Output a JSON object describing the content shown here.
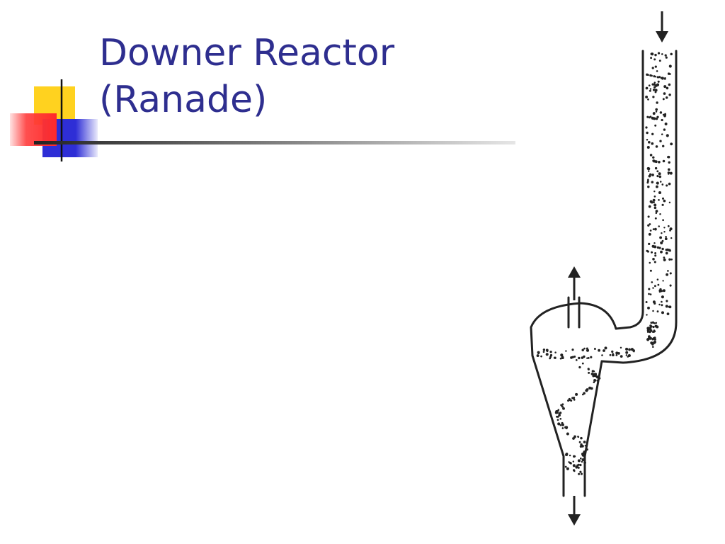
{
  "slide": {
    "title_line1": "Downer Reactor",
    "title_line2": "(Ranade)"
  },
  "colors": {
    "title": "#2E2E8F",
    "accent_yellow": "#FFD21F",
    "accent_red": "#FF3B3B",
    "accent_blue": "#2E2ED6",
    "rule_dark": "#333333",
    "diagram_stroke": "#222222"
  },
  "diagram": {
    "name": "downer-reactor-cyclone",
    "arrows": [
      "inlet-down-arrow",
      "gas-outlet-up-arrow",
      "solids-outlet-down-arrow"
    ]
  }
}
